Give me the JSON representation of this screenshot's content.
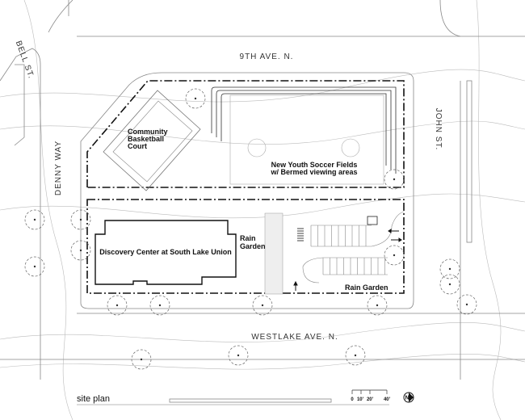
{
  "streets": {
    "north": "9TH AVE. N.",
    "south": "WESTLAKE AVE. N.",
    "west": "DENNY WAY",
    "east": "JOHN ST.",
    "northwest": "BELL ST."
  },
  "labels": {
    "basketball": [
      "Community",
      "Basketball",
      "Court"
    ],
    "soccer": [
      "New Youth Soccer Fields",
      "w/ Bermed viewing areas"
    ],
    "building": "Discovery Center at South Lake Union",
    "rain_garden_west": [
      "Rain",
      "Garden"
    ],
    "rain_garden_south": "Rain Garden"
  },
  "footer": {
    "title": "site plan",
    "scale_labels": [
      "0",
      "10'",
      "20'",
      "40'"
    ],
    "north_label": "N"
  }
}
